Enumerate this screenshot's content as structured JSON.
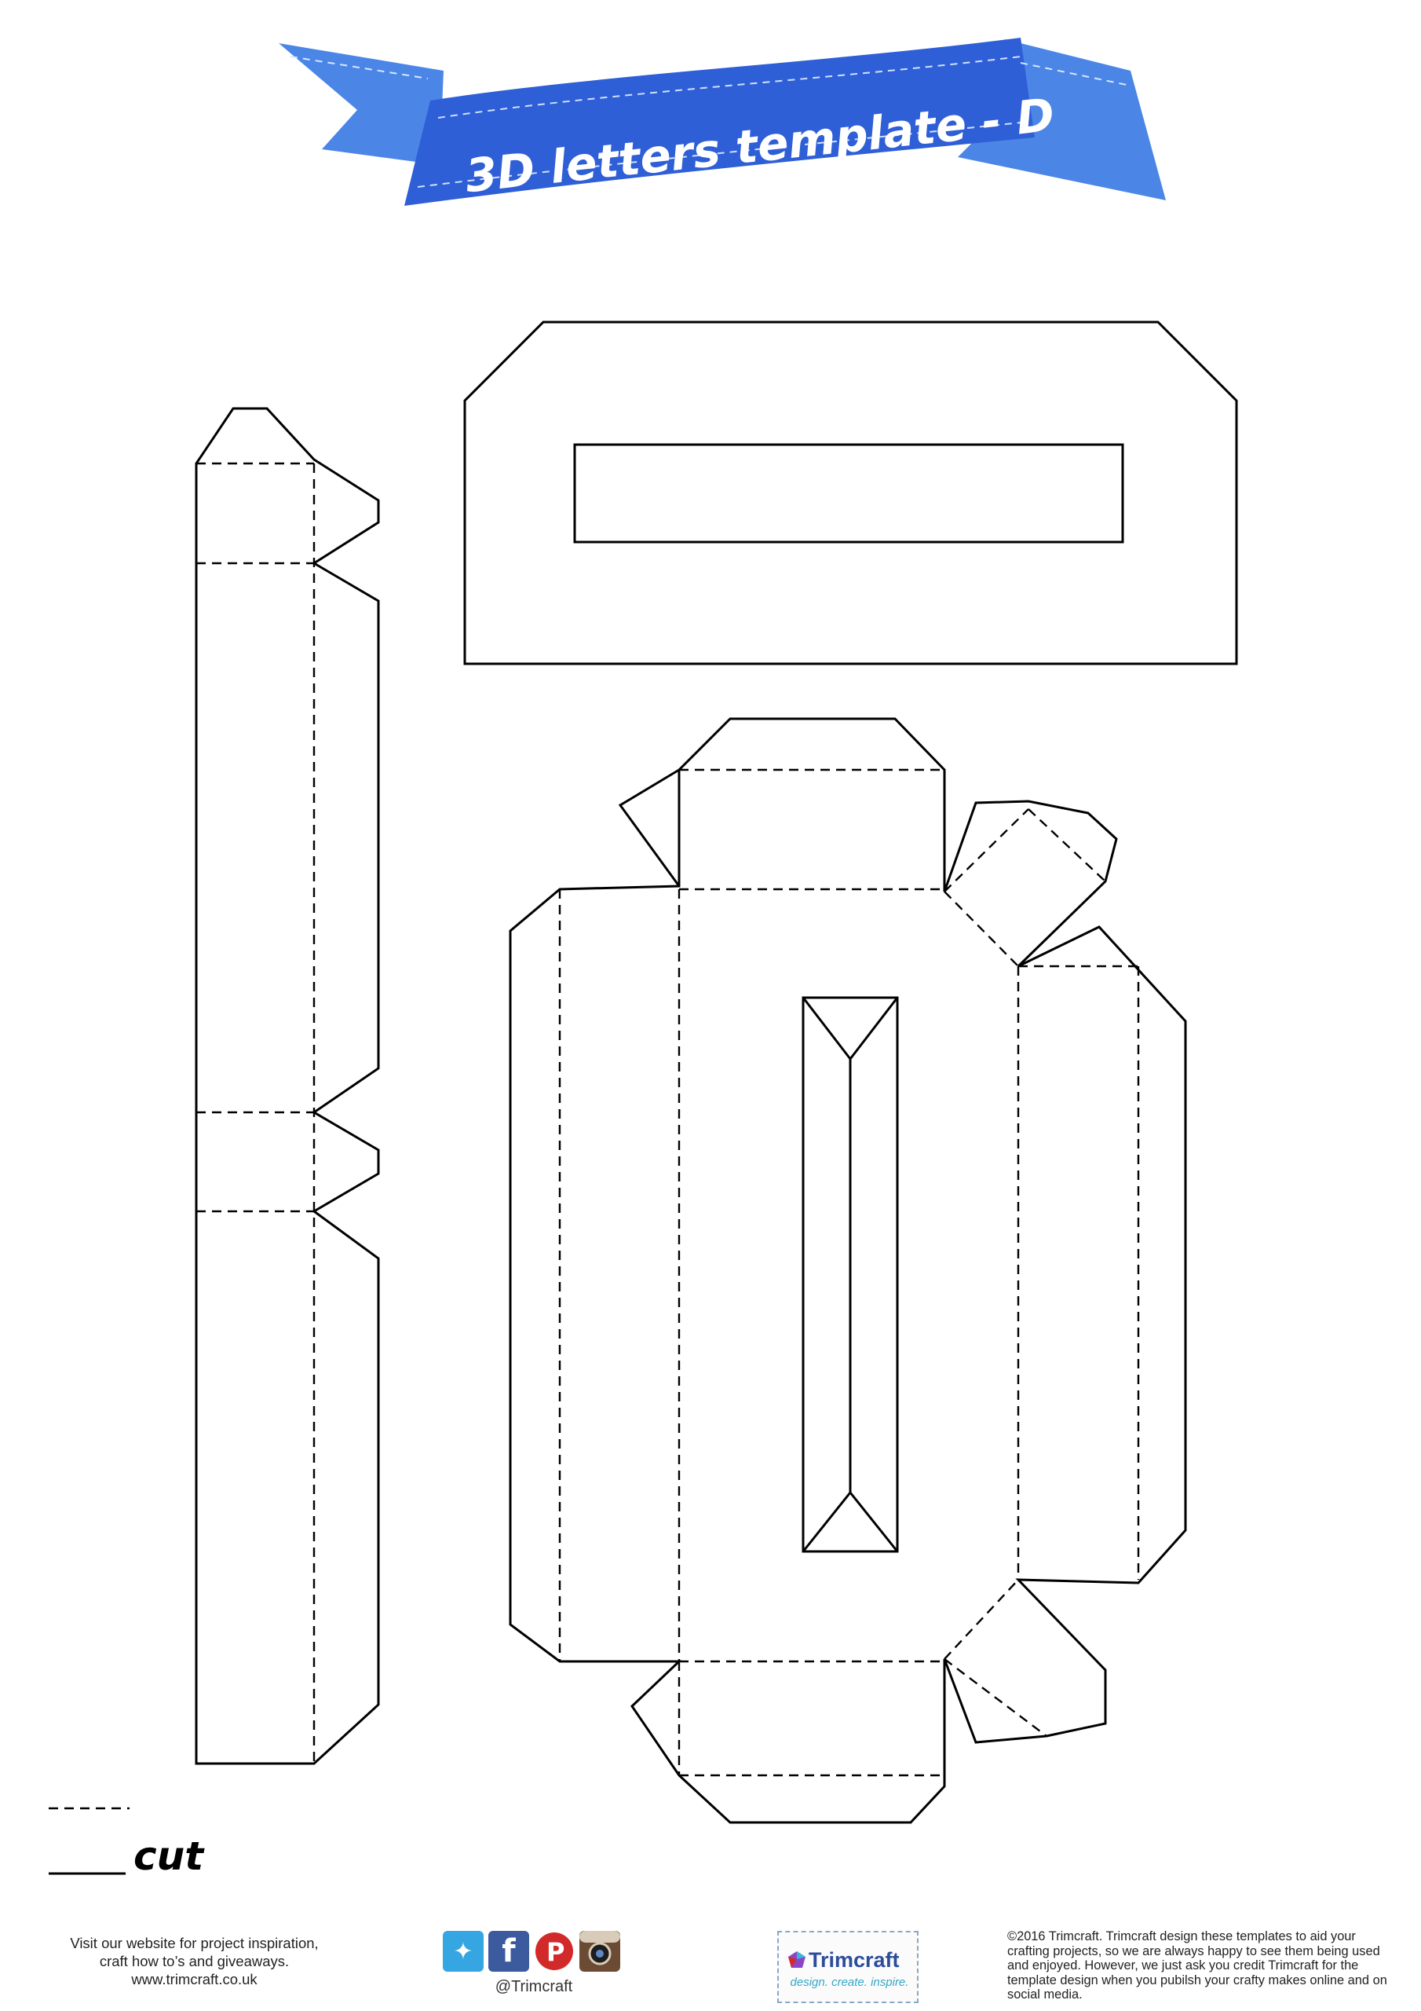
{
  "banner": {
    "title": "3D letters template - D",
    "color": "#2f5fd6",
    "accent": "#4b86e6"
  },
  "legend": {
    "cut_label": "cut"
  },
  "footer": {
    "website_line1": "Visit our website for project inspiration,",
    "website_line2": "craft how to’s and giveaways.",
    "website_url": "www.trimcraft.co.uk",
    "social_handle": "@Trimcraft",
    "social_icons": [
      "twitter-icon",
      "facebook-icon",
      "pinterest-icon",
      "instagram-icon"
    ],
    "logo_name": "Trimcraft",
    "logo_tagline": "design. create. inspire.",
    "copyright": "©2016 Trimcraft. Trimcraft design these templates to aid your crafting projects, so we are always happy to see them being used and enjoyed. However, we just ask you credit Trimcraft for the template design when you pubilsh your crafty makes online and on social media."
  }
}
